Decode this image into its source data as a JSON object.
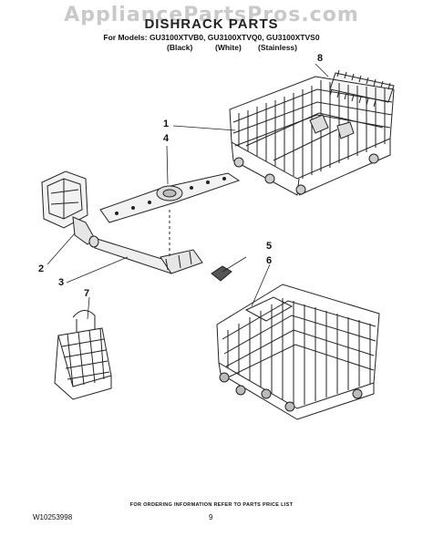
{
  "watermark": "AppliancePartsPros.com",
  "title": "DISHRACK PARTS",
  "models_line": "For Models: GU3100XTVB0, GU3100XTVQ0, GU3100XTVS0",
  "finishes": [
    "(Black)",
    "(White)",
    "(Stainless)"
  ],
  "callouts": [
    "1",
    "2",
    "3",
    "4",
    "5",
    "6",
    "7",
    "8"
  ],
  "footer_note": "FOR ORDERING INFORMATION REFER TO PARTS PRICE LIST",
  "document_number": "W10253998",
  "page_number": "9"
}
